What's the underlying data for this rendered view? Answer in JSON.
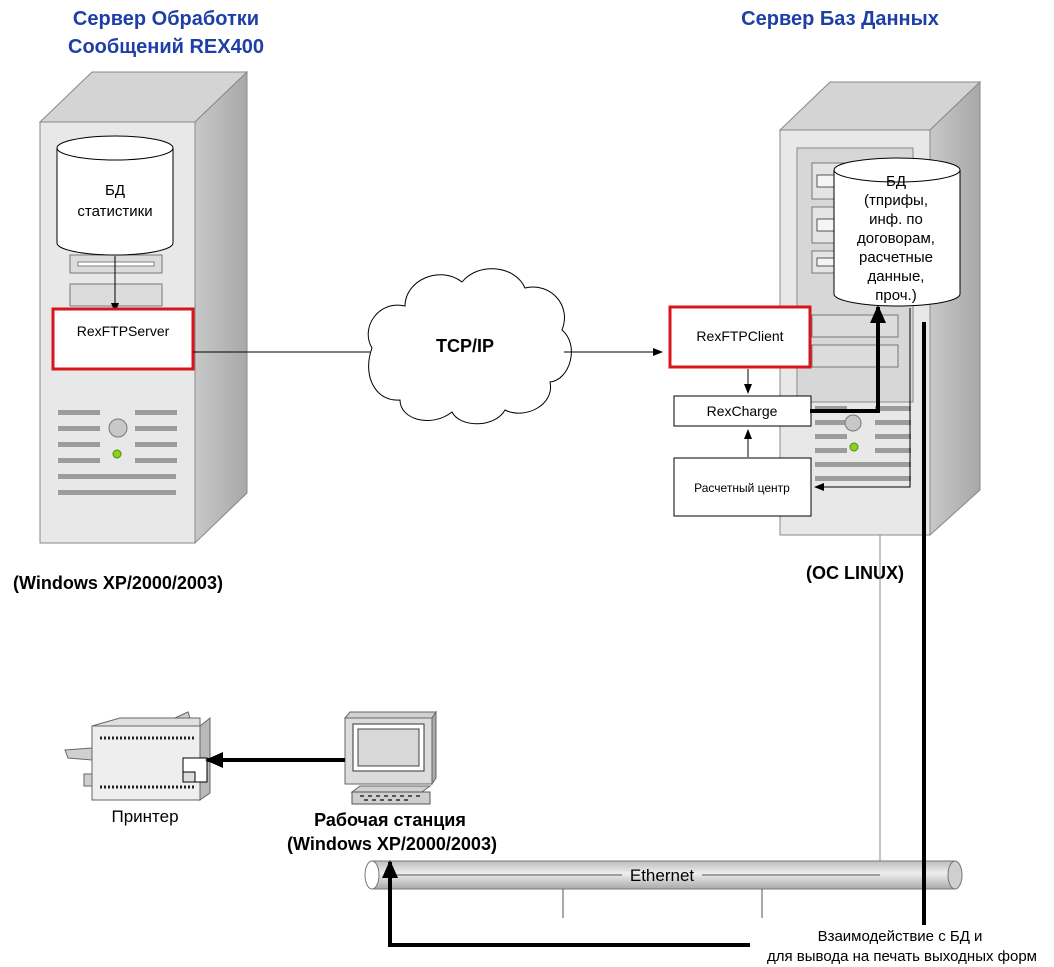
{
  "left_server": {
    "title_line1": "Сервер Обработки",
    "title_line2": "Сообщений REX400",
    "db_line1": "БД",
    "db_line2": "статистики",
    "module": "RexFTPServer",
    "os": "(Windows XP/2000/2003)"
  },
  "network": {
    "cloud": "TCP/IP",
    "bus": "Ethernet"
  },
  "right_server": {
    "title": "Сервер Баз Данных",
    "db_lines": [
      "БД",
      "(тприфы,",
      "инф. по",
      "договорам,",
      "расчетные",
      "данные,",
      "проч.)"
    ],
    "client": "RexFTPClient",
    "charge": "RexCharge",
    "center": "Расчетный центр",
    "os": "(OC LINUX)"
  },
  "workstation": {
    "line1": "Рабочая станция",
    "line2": "(Windows XP/2000/2003)"
  },
  "printer": {
    "label": "Принтер"
  },
  "note": {
    "line1": "Взаимодействие с БД и",
    "line2": "для вывода на печать выходных форм"
  },
  "colors": {
    "title": "#1f3fa8",
    "highlight_box": "#d9151b",
    "server_front": "#e6e6e6",
    "server_side": "#bdbdbd",
    "led": "#8bd11f"
  }
}
